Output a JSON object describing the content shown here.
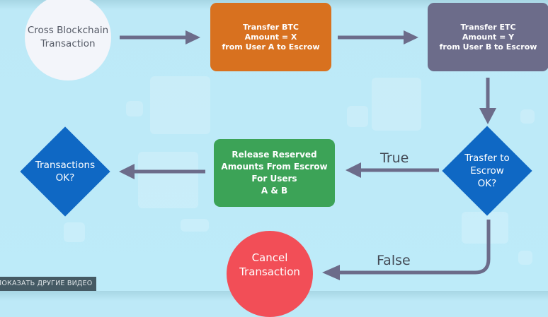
{
  "diagram": {
    "title": "Cross Blockchain Transaction flow",
    "nodes": {
      "start": "Cross Blockchain\nTransaction",
      "transfer_btc": "Transfer BTC\nAmount = X\nfrom User A to Escrow",
      "transfer_etc": "Transfer ETC\nAmount = Y\nfrom User B to Escrow",
      "escrow_check": "Trasfer to\nEscrow\nOK?",
      "release": "Release Reserved\nAmounts From Escrow\nFor Users\nA & B",
      "transactions_check": "Transactions\nOK?",
      "cancel": "Cancel\nTransaction"
    },
    "edges": [
      {
        "from": "start",
        "to": "transfer_btc",
        "label": ""
      },
      {
        "from": "transfer_btc",
        "to": "transfer_etc",
        "label": ""
      },
      {
        "from": "transfer_etc",
        "to": "escrow_check",
        "label": ""
      },
      {
        "from": "escrow_check",
        "to": "release",
        "label": "True"
      },
      {
        "from": "release",
        "to": "transactions_check",
        "label": ""
      },
      {
        "from": "escrow_check",
        "to": "cancel",
        "label": "False"
      }
    ],
    "labels": {
      "true": "True",
      "false": "False"
    },
    "colors": {
      "background": "#bde9f7",
      "start": "#f3f5fa",
      "btc": "#d8711f",
      "etc": "#6c6c8a",
      "decision": "#0f68c4",
      "release": "#3ca357",
      "cancel": "#f24e57",
      "arrow": "#6c6c8a"
    }
  },
  "overlay": {
    "more_videos_button": "ПОКАЗАТЬ ДРУГИЕ ВИДЕО"
  }
}
